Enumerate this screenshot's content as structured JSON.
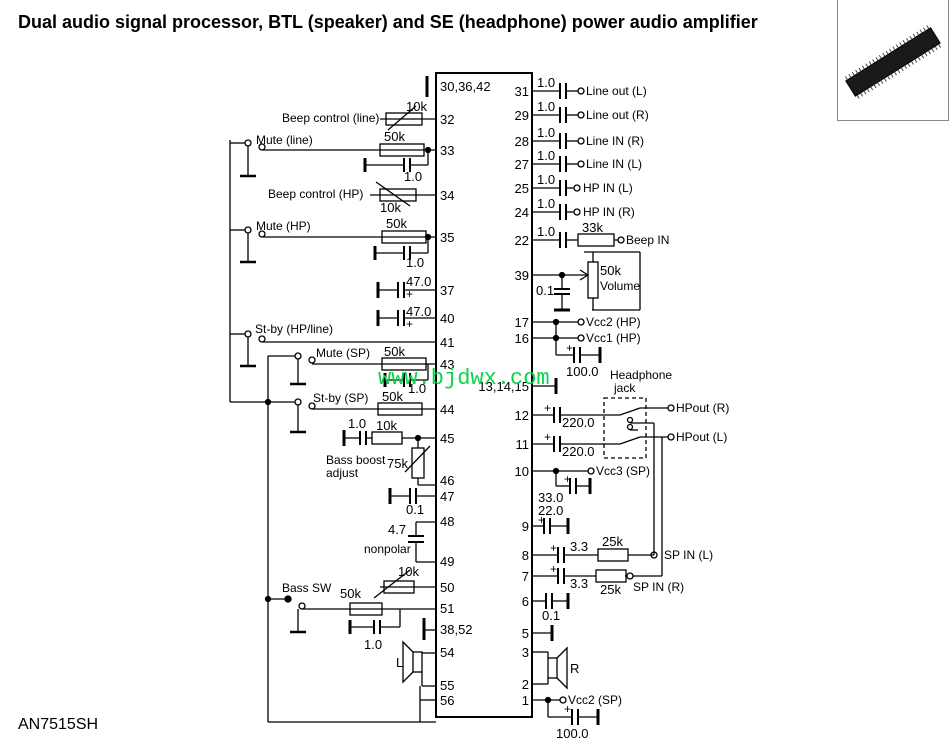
{
  "title": "Dual audio signal processor, BTL (speaker) and SE (headphone)  power audio amplifier",
  "part_number": "AN7515SH",
  "watermark": "www.bjdwx.com",
  "ic": {
    "left_pins": [
      "30,36,42",
      "32",
      "33",
      "34",
      "35",
      "37",
      "40",
      "41",
      "43",
      "44",
      "45",
      "46",
      "47",
      "48",
      "49",
      "50",
      "51",
      "38,52",
      "54",
      "55",
      "56"
    ],
    "right_pins": [
      "31",
      "29",
      "28",
      "27",
      "25",
      "24",
      "22",
      "39",
      "17",
      "16",
      "13,14,15",
      "12",
      "11",
      "10",
      "9",
      "8",
      "7",
      "6",
      "5",
      "3",
      "2",
      "1"
    ]
  },
  "left_side": {
    "beep_line": {
      "label": "Beep control (line)",
      "value": "10k"
    },
    "mute_line": {
      "label": "Mute (line)",
      "res": "50k",
      "cap": "1.0"
    },
    "beep_hp": {
      "label": "Beep control (HP)",
      "value": "10k"
    },
    "mute_hp": {
      "label": "Mute (HP)",
      "res": "50k",
      "cap": "1.0"
    },
    "cap37": "47.0",
    "cap40": "47.0",
    "stby_hpline": {
      "label": "St-by (HP/line)"
    },
    "mute_sp": {
      "label": "Mute (SP)",
      "res": "50k",
      "cap": "1.0"
    },
    "stby_sp": {
      "label": "St-by (SP)",
      "res": "50k"
    },
    "bass45": {
      "cap": "1.0",
      "res": "10k"
    },
    "bass_adj": {
      "label1": "Bass boost",
      "label2": "adjust",
      "value": "75k"
    },
    "cap47": "0.1",
    "cap48": {
      "value": "4.7",
      "label": "nonpolar"
    },
    "bass_sw": {
      "label": "Bass SW",
      "pot": "10k",
      "res": "50k",
      "cap": "1.0"
    },
    "speaker_l": "L"
  },
  "right_side": {
    "pin31": {
      "cap": "1.0",
      "label": "Line out (L)"
    },
    "pin29": {
      "cap": "1.0",
      "label": "Line out (R)"
    },
    "pin28": {
      "cap": "1.0",
      "label": "Line IN (R)"
    },
    "pin27": {
      "cap": "1.0",
      "label": "Line IN (L)"
    },
    "pin25": {
      "cap": "1.0",
      "label": "HP IN (L)"
    },
    "pin24": {
      "cap": "1.0",
      "label": "HP IN (R)"
    },
    "pin22": {
      "cap": "1.0",
      "res": "33k",
      "label": "Beep IN"
    },
    "pin39": {
      "cap": "0.1",
      "pot": "50k",
      "pot_label": "Volume"
    },
    "pin17": {
      "label": "Vcc2 (HP)"
    },
    "pin16": {
      "label": "Vcc1 (HP)",
      "cap": "100.0"
    },
    "headphone_jack": {
      "label1": "Headphone",
      "label2": "jack"
    },
    "pin12": {
      "cap": "220.0",
      "label": "HPout (R)"
    },
    "pin11": {
      "cap": "220.0",
      "label": "HPout (L)"
    },
    "pin10": {
      "label": "Vcc3 (SP)",
      "cap": "33.0"
    },
    "pin9": {
      "cap": "22.0"
    },
    "pin8": {
      "cap": "3.3",
      "res": "25k",
      "label": "SP IN (L)"
    },
    "pin7": {
      "cap": "3.3",
      "res": "25k",
      "label": "SP IN (R)"
    },
    "pin6": {
      "cap": "0.1"
    },
    "speaker_r": "R",
    "pin1": {
      "label": "Vcc2 (SP)",
      "cap": "100.0"
    }
  }
}
